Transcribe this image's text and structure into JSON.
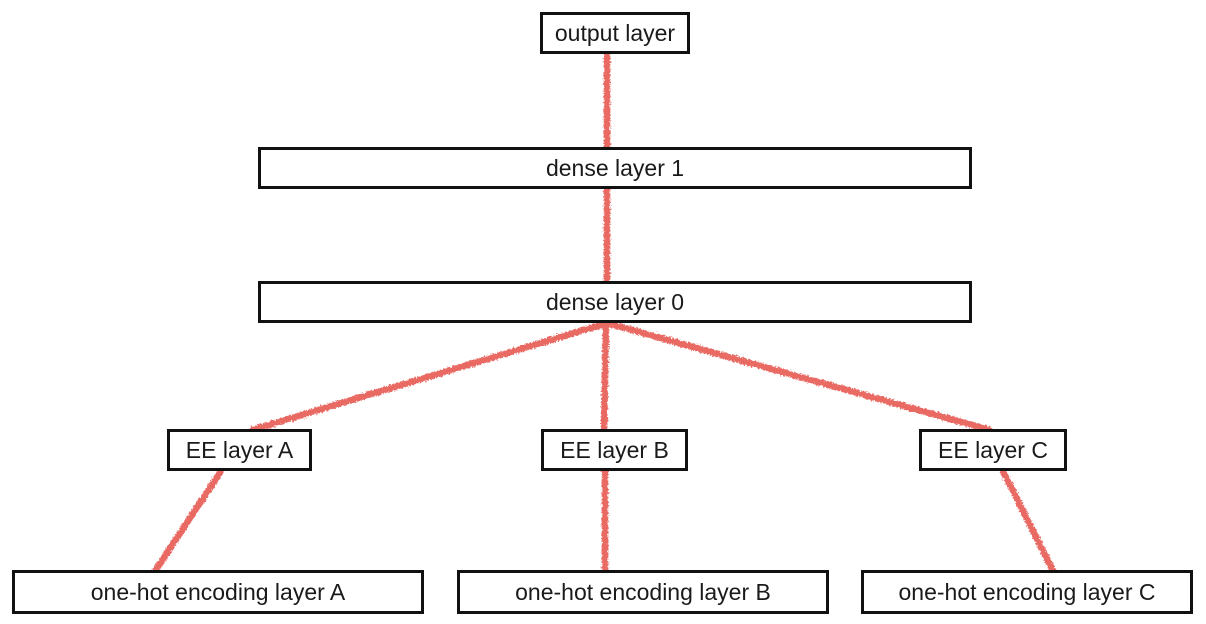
{
  "diagram": {
    "type": "neural-network-architecture",
    "accent_color": "#e96963",
    "box_border_color": "#111111",
    "box_fill_color": "#ffffff",
    "text_color": "#1a1a1a",
    "nodes": {
      "output": {
        "label": "output layer"
      },
      "dense1": {
        "label": "dense layer 1"
      },
      "dense0": {
        "label": "dense layer 0"
      },
      "eeA": {
        "label": "EE layer A"
      },
      "eeB": {
        "label": "EE layer B"
      },
      "eeC": {
        "label": "EE layer C"
      },
      "onehotA": {
        "label": "one-hot encoding layer A"
      },
      "onehotB": {
        "label": "one-hot encoding layer B"
      },
      "onehotC": {
        "label": "one-hot encoding layer C"
      }
    },
    "edges": [
      {
        "from": "output",
        "to": "dense1"
      },
      {
        "from": "dense1",
        "to": "dense0"
      },
      {
        "from": "dense0",
        "to": "eeA"
      },
      {
        "from": "dense0",
        "to": "eeB"
      },
      {
        "from": "dense0",
        "to": "eeC"
      },
      {
        "from": "eeA",
        "to": "onehotA"
      },
      {
        "from": "eeB",
        "to": "onehotB"
      },
      {
        "from": "eeC",
        "to": "onehotC"
      }
    ]
  }
}
